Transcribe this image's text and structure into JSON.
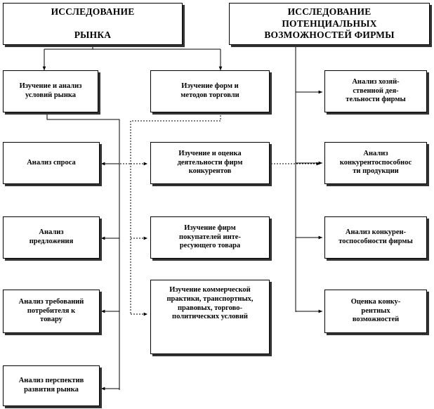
{
  "market_research": {
    "title": "ИССЛЕДОВАНИЕ\n\nРЫНКА",
    "conditions_analysis": "Изучение и анализ\nусловий рынка",
    "trade_forms": "Изучение форм и\nметодов торговли",
    "demand_analysis": "Анализ спроса",
    "supply_analysis": "Анализ\nпредложения",
    "consumer_requirements": "Анализ требований\nпотребителя к\nтовару",
    "market_prospects": "Анализ перспектив\nразвития рынка",
    "competitors_activity": "Изучение и оценка\nдеятельности фирм\nконкурентов",
    "buyer_firms": "Изучение фирм\nпокупателей инте-\nресующего товара",
    "commercial_practice": "Изучение коммерческой\nпрактики, транспортных,\nправовых, торгово-\nполитических  условий"
  },
  "firm_potential": {
    "title": "ИССЛЕДОВАНИЕ\nПОТЕНЦИАЛЬНЫХ\nВОЗМОЖНОСТЕЙ ФИРМЫ",
    "economic_activity": "Анализ хозяй-\nственной дея-\nтельности  фирмы",
    "product_competitiveness": "Анализ\nконкурентоспособнос\nти продукции",
    "firm_competitiveness": "Анализ конкурен-\nтоспособности фирмы",
    "competitive_capabilities": "Оценка конку-\nрентных\nвозможностей"
  }
}
